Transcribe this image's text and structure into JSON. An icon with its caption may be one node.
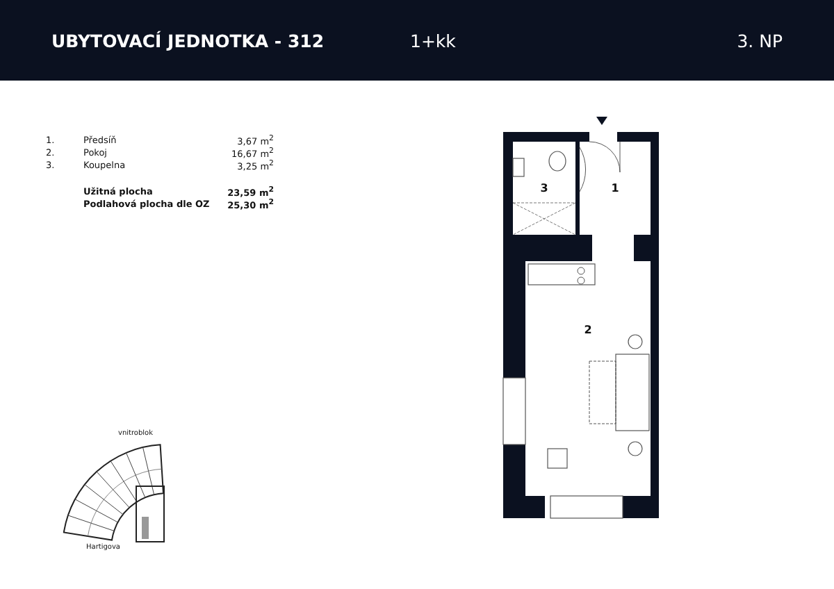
{
  "diagram": {
    "title": "UBYTOVACÍ JEDNOTKA - 312",
    "nodes": [
      {
        "text": [
          "3"
        ]
      },
      {
        "text": [
          "1"
        ]
      },
      {
        "text": [
          "2"
        ]
      }
    ],
    "labels": [
      "1+kk",
      "3. NP",
      "1.",
      "Předsíň",
      "3,67 m$^{2}$",
      "2.",
      "Pokoj",
      "16,67 m$^{2}$",
      "3.",
      "Koupelna",
      "3,25 m$^{2}$",
      "Užitná plocha",
      "23,59 m$^{2}$",
      "Podlahová plocha dle OZ",
      "25,30 m$^{2}$",
      "vnitroblok",
      "Hartigova"
    ]
  }
}
